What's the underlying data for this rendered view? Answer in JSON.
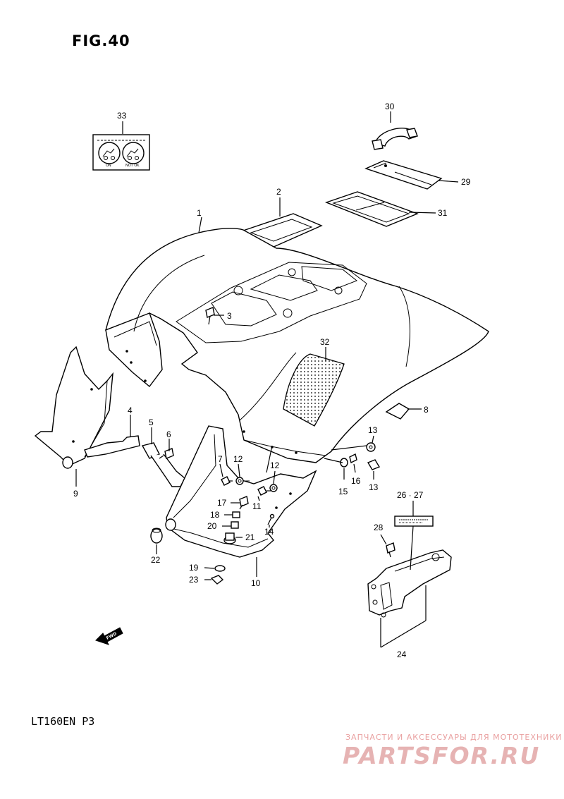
{
  "figure": {
    "title": "FIG.40",
    "model_code": "LT160EN  P3",
    "fwd_label": "FWD"
  },
  "decal": {
    "left_caption": "ON",
    "right_caption": "NOT OK"
  },
  "callouts": [
    "1",
    "2",
    "3",
    "4",
    "5",
    "6",
    "7",
    "8",
    "9",
    "10",
    "11",
    "12",
    "12",
    "13",
    "14",
    "15",
    "16",
    "17",
    "18",
    "19",
    "20",
    "21",
    "22",
    "23",
    "24",
    "25",
    "26 · 27",
    "28",
    "29",
    "30",
    "31",
    "32",
    "33"
  ],
  "watermark": {
    "tagline": "ЗАПЧАСТИ И АКСЕССУАРЫ ДЛЯ МОТОТЕХНИКИ",
    "brand": "PARTSFOR.RU",
    "color": "#e6b3b3"
  }
}
